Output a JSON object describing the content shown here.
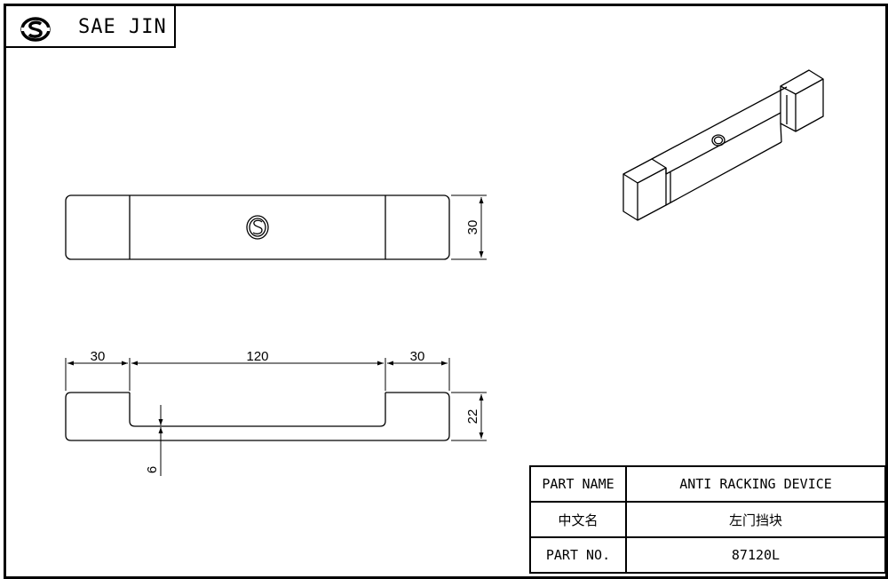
{
  "header": {
    "company_name": "SAE JIN",
    "logo_icon": "saejin-logo-icon"
  },
  "dimensions": {
    "top_view_width": "30",
    "pocket_left_length": "30",
    "pocket_middle_length": "120",
    "pocket_right_length": "30",
    "side_view_height": "22",
    "pocket_depth": "6"
  },
  "title_block": {
    "part_name_label": "PART NAME",
    "part_name_value": "ANTI RACKING DEVICE",
    "chinese_name_label": "中文名",
    "chinese_name_value": "左门挡块",
    "part_no_label": "PART NO.",
    "part_no_value": "87120L"
  }
}
